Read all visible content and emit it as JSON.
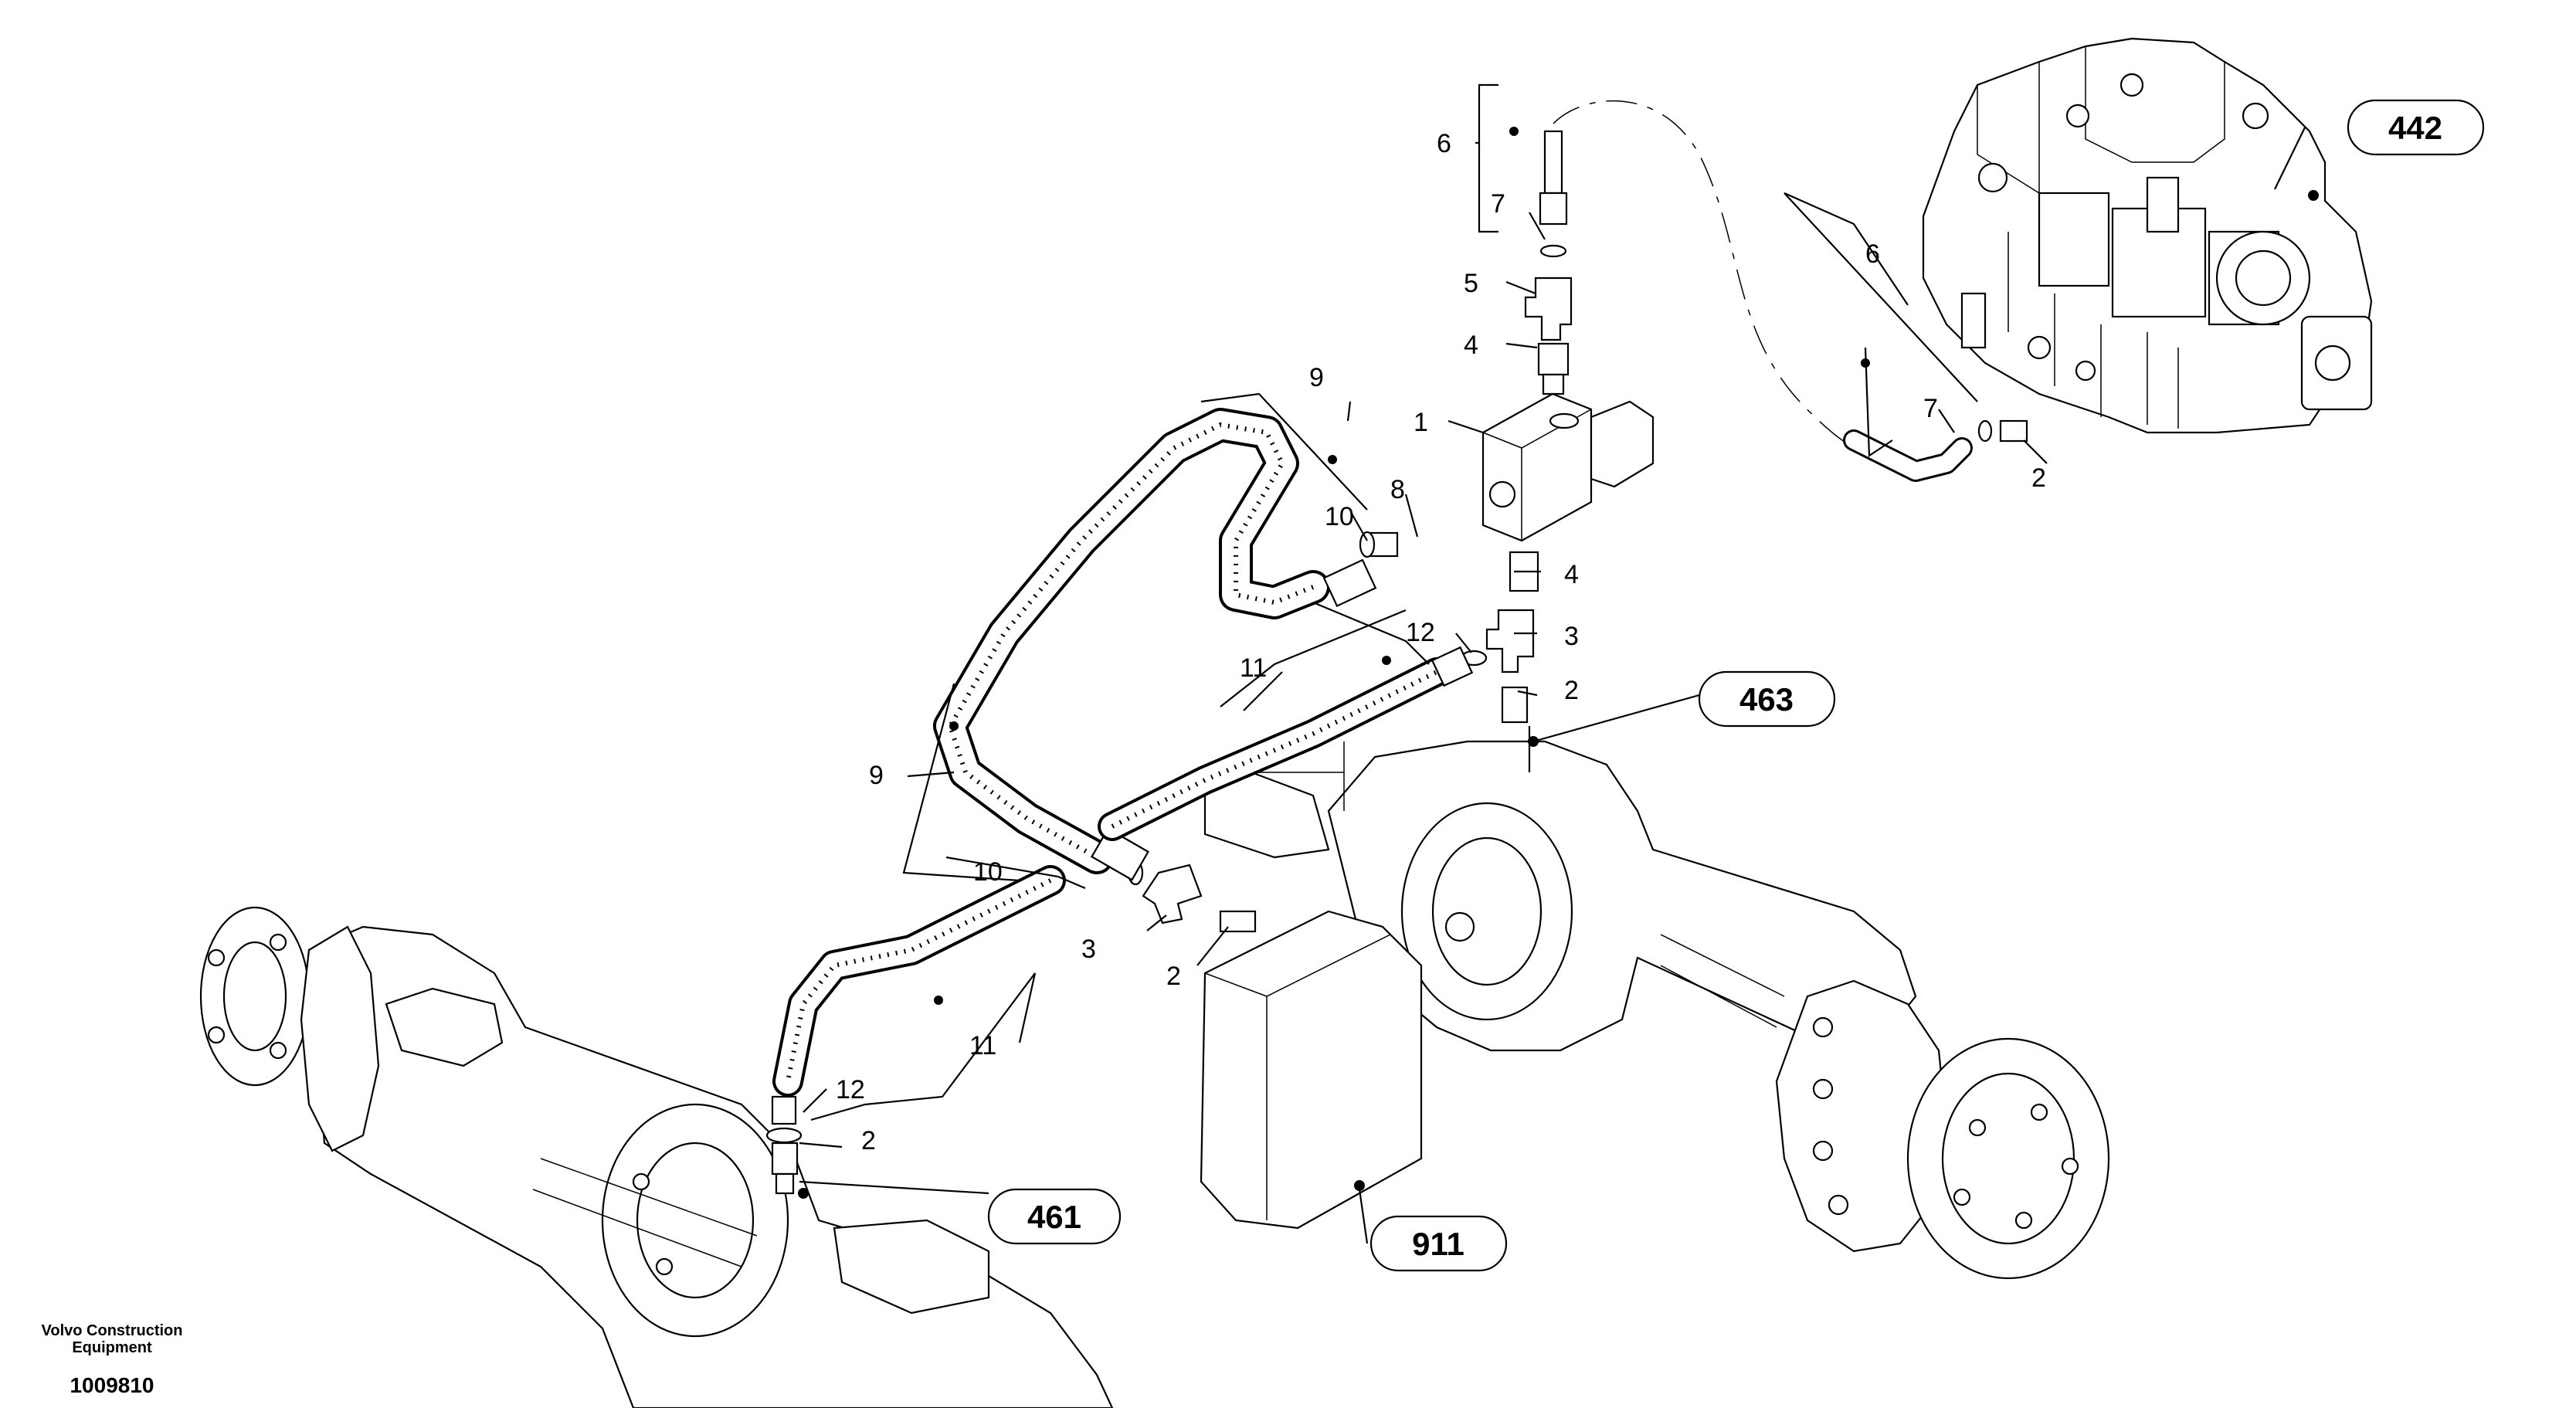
{
  "callouts": [
    {
      "label": "1"
    },
    {
      "label": "2"
    },
    {
      "label": "2"
    },
    {
      "label": "2"
    },
    {
      "label": "2"
    },
    {
      "label": "3"
    },
    {
      "label": "3"
    },
    {
      "label": "4"
    },
    {
      "label": "4"
    },
    {
      "label": "5"
    },
    {
      "label": "6"
    },
    {
      "label": "6"
    },
    {
      "label": "7"
    },
    {
      "label": "7"
    },
    {
      "label": "8"
    },
    {
      "label": "9"
    },
    {
      "label": "9"
    },
    {
      "label": "10"
    },
    {
      "label": "10"
    },
    {
      "label": "11"
    },
    {
      "label": "11"
    },
    {
      "label": "12"
    },
    {
      "label": "12"
    }
  ],
  "references": [
    {
      "label": "442"
    },
    {
      "label": "463"
    },
    {
      "label": "461"
    },
    {
      "label": "911"
    }
  ],
  "footer": {
    "brand_line1": "Volvo Construction",
    "brand_line2": "Equipment",
    "drawing_number": "1009810"
  }
}
